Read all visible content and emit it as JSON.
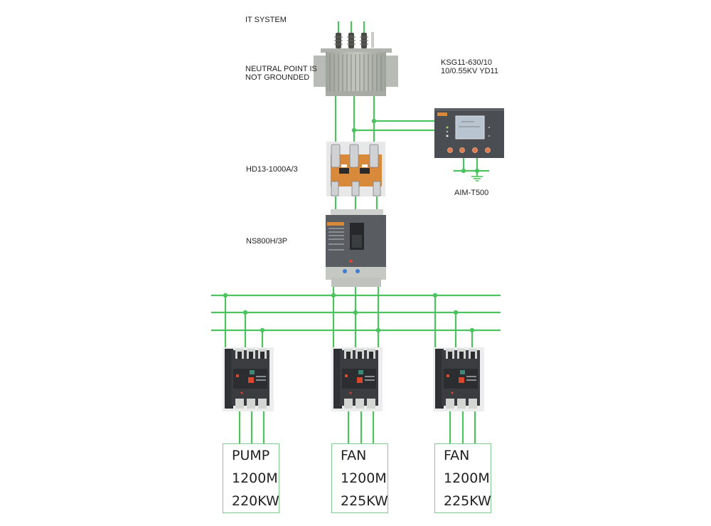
{
  "colors": {
    "wire": "#4cc35f",
    "device_dark": "#3b3d40",
    "device_gray": "#b7bab5",
    "accent_orange": "#d9893a",
    "box_border": "#7fc98f"
  },
  "labels": {
    "system": "IT SYSTEM",
    "neutral_line1": "NEUTRAL POINT IS",
    "neutral_line2": "NOT GROUNDED",
    "transformer_model_line1": "KSG11-630/10",
    "transformer_model_line2": "10/0.55KV YD11",
    "isolator_model": "HD13-1000A/3",
    "main_breaker_model": "NS800H/3P",
    "monitor_model": "AIM-T500"
  },
  "components": {
    "transformer": {
      "icon": "transformer-icon"
    },
    "monitor": {
      "icon": "insulation-monitor-icon",
      "buttons": 4,
      "indicators": 3
    },
    "isolator": {
      "icon": "knife-switch-icon"
    },
    "main_breaker": {
      "icon": "molded-case-breaker-icon"
    },
    "ground": {
      "icon": "ground-icon"
    }
  },
  "loads": [
    {
      "name": "PUMP",
      "length": "1200M",
      "power": "220KW"
    },
    {
      "name": "FAN",
      "length": "1200M",
      "power": "225KW"
    },
    {
      "name": "FAN",
      "length": "1200M",
      "power": "225KW"
    }
  ]
}
